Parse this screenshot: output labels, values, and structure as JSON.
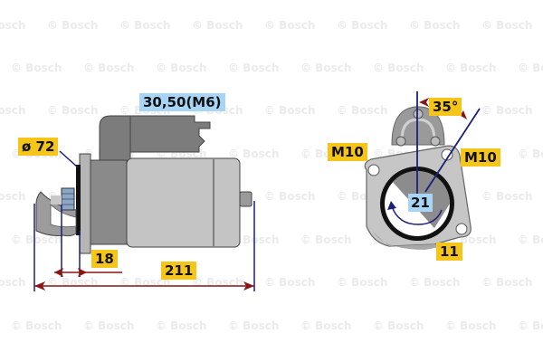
{
  "watermark": {
    "text": "© Bosch",
    "rows_y": [
      28,
      75,
      122,
      170,
      217,
      265,
      312,
      360
    ]
  },
  "colors": {
    "yellow_label": "#f6c51a",
    "blue_label": "#a8d4f5",
    "dimension_line_blue": "#1b1f7a",
    "arrow_red": "#8a1414",
    "body_gray": "#b9b9b9",
    "dark_gray": "#7a7a7a"
  },
  "side_view": {
    "terminal_label": "30,50(M6)",
    "diameter_label": "ø 72",
    "flange_offset_label": "18",
    "overall_length_label": "211"
  },
  "front_view": {
    "angle_label": "35°",
    "bolt_left_label": "M10",
    "bolt_right_label": "M10",
    "teeth_label": "21",
    "bottom_label": "11"
  }
}
